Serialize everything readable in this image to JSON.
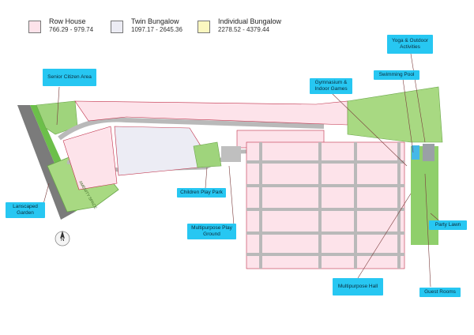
{
  "legend": [
    {
      "label": "Row House",
      "range": "766.29 - 979.74",
      "color": "#fde3ea"
    },
    {
      "label": "Twin Bungalow",
      "range": "1097.17 - 2645.36",
      "color": "#ececf4"
    },
    {
      "label": "Individual Bungalow",
      "range": "2278.52 - 4379.44",
      "color": "#fbf7c0"
    }
  ],
  "callouts": {
    "senior_citizen": "Senior Citizen Area",
    "yoga": "Yoga & Outdoor Activities",
    "gymnasium": "Gymnasium & Indoor Games",
    "swimming": "Swimming Pool",
    "children_play": "Children Play Park",
    "lanscaped": "Lanscaped Garden",
    "multipurpose_ground": "Multipurpose Play Ground",
    "party_lawn": "Party Lawn",
    "multipurpose_hall": "Multipurpose Hall",
    "guest_rooms": "Guest Rooms"
  },
  "map_labels": {
    "amenity_space": "AMENITY SPACE",
    "compass": "N"
  },
  "colors": {
    "road": "#b9b9b9",
    "green": "#8fcf6b",
    "lawn": "#a8d982",
    "callout": "#27c7f2",
    "plot_border": "#c0304a"
  }
}
